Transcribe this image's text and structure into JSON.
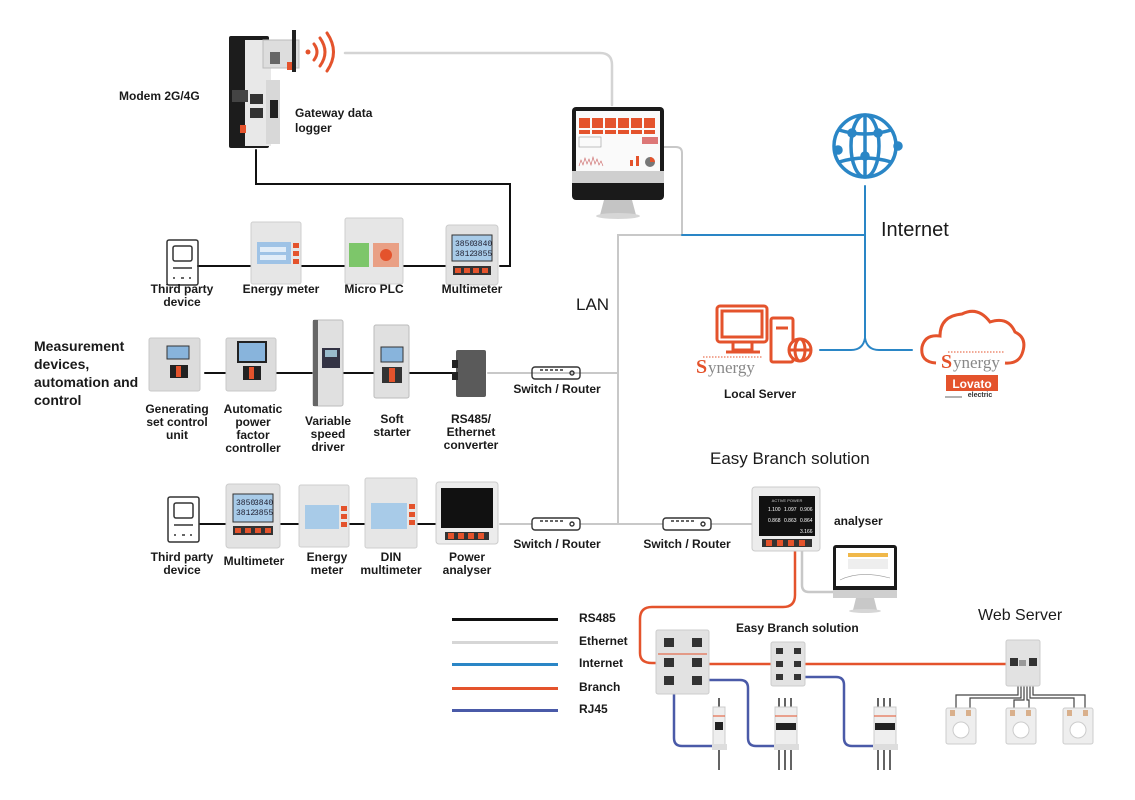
{
  "top": {
    "modem_label": "Modem 2G/4G",
    "gateway_label": "Gateway data logger"
  },
  "section_title": "Measurement devices, automation and control",
  "row1": {
    "devices": [
      {
        "label": "Third party device"
      },
      {
        "label": "Energy meter"
      },
      {
        "label": "Micro PLC"
      },
      {
        "label": "Multimeter"
      }
    ]
  },
  "row2": {
    "devices": [
      {
        "label": "Generating set control unit"
      },
      {
        "label": "Automatic power factor controller"
      },
      {
        "label": "Variable speed driver"
      },
      {
        "label": "Soft starter"
      },
      {
        "label": "RS485/ Ethernet converter"
      }
    ],
    "switch_label": "Switch / Router"
  },
  "row3": {
    "devices": [
      {
        "label": "Third party device"
      },
      {
        "label": "Multimeter"
      },
      {
        "label": "Energy meter"
      },
      {
        "label": "DIN multimeter"
      },
      {
        "label": "Power analyser"
      }
    ],
    "switch1_label": "Switch / Router",
    "switch2_label": "Switch / Router"
  },
  "network": {
    "lan_label": "LAN",
    "internet_label": "Internet",
    "local_server_label": "Local Server",
    "synergy_brand": "ynergy",
    "synergy_initial": "S",
    "lovato_brand": "Lovato",
    "lovato_sub": "electric"
  },
  "easy_branch": {
    "title": "Easy Branch solution",
    "analyser_label": "analyser",
    "sub_title": "Easy Branch solution",
    "web_server_label": "Web Server"
  },
  "screen_readings": {
    "multimeter": [
      "3850",
      "3840",
      "3812",
      "3855"
    ],
    "analyser": [
      "1.100",
      "1.097",
      "0.906",
      "0.868",
      "0.863",
      "0.864",
      "3.166"
    ],
    "analyser_header": "ACTIVE POWER"
  },
  "legend": [
    {
      "label": "RS485",
      "color": "#111111"
    },
    {
      "label": "Ethernet",
      "color": "#d6d6d6"
    },
    {
      "label": "Internet",
      "color": "#2a86c6"
    },
    {
      "label": "Branch",
      "color": "#e4532c"
    },
    {
      "label": "RJ45",
      "color": "#4a5aa8"
    }
  ],
  "colors": {
    "rs485": "#111111",
    "ethernet": "#c8c8c8",
    "internet": "#2a86c6",
    "branch": "#e4532c",
    "rj45": "#4a5aa8",
    "accent": "#e4532c"
  }
}
